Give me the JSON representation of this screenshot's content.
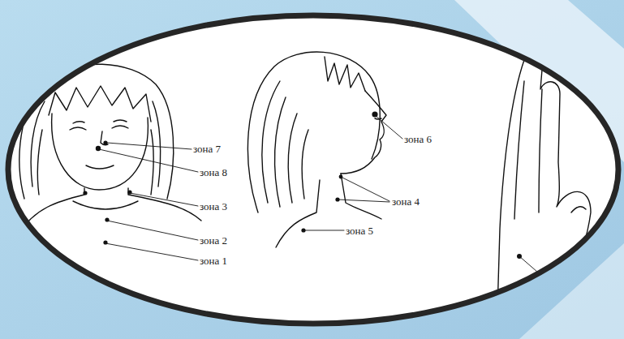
{
  "diagram": {
    "labels": [
      "зона 7",
      "зона 8",
      "зона 3",
      "зона 2",
      "зона 1",
      "зона 6",
      "зона 4",
      "зона 5"
    ]
  }
}
